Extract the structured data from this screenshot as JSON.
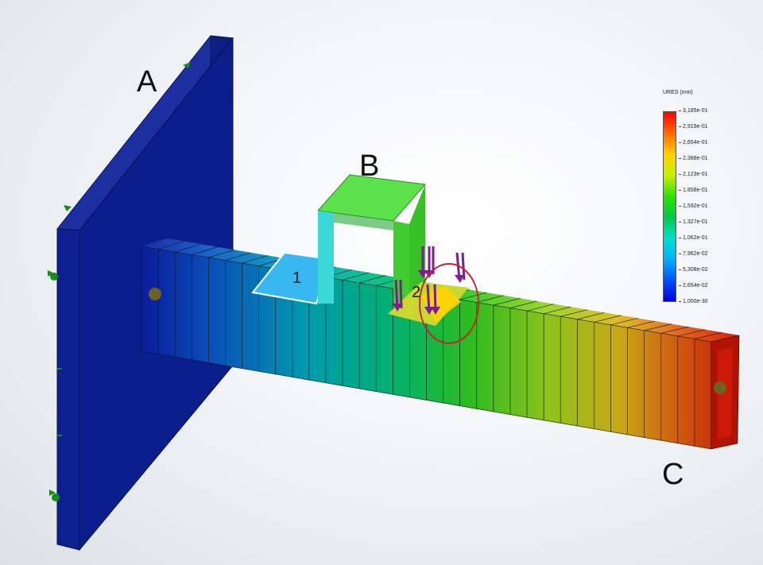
{
  "labels": {
    "part_a": "A",
    "part_b": "B",
    "part_c": "C",
    "point_1": "1",
    "point_2": "2"
  },
  "legend": {
    "title": "URES (mm)",
    "ticks": [
      "3,185e-01",
      "2,919e-01",
      "2,654e-01",
      "2,388e-01",
      "2,123e-01",
      "1,858e-01",
      "1,592e-01",
      "1,327e-01",
      "1,062e-01",
      "7,962e-02",
      "5,308e-02",
      "2,654e-02",
      "1,000e-30"
    ],
    "gradient": [
      "#ff0000",
      "#ff6a00",
      "#ffd000",
      "#c8f000",
      "#30e000",
      "#00c848",
      "#00e0c8",
      "#00b0ff",
      "#0050ff",
      "#0000e0"
    ]
  },
  "colors": {
    "plate": "#0b1f8c",
    "load_arrow": "#7a1f8c",
    "fixture_arrow": "#1a8c1a",
    "highlight_circle": "#c0282a"
  }
}
